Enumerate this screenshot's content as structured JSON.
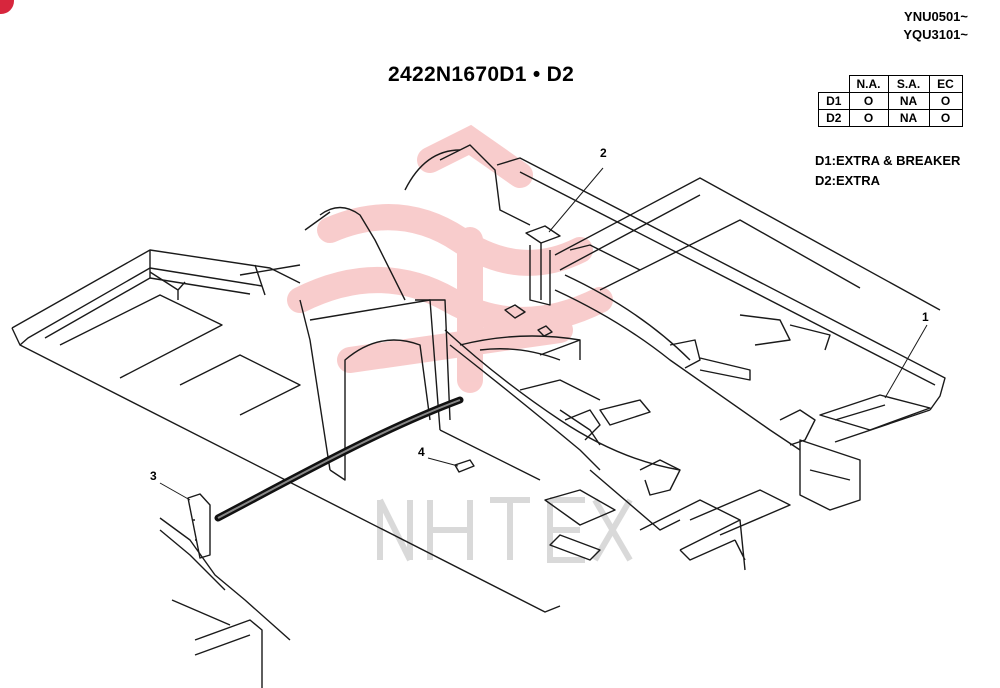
{
  "serials": [
    "YNU0501~",
    "YQU3101~"
  ],
  "title": "2422N1670D1 • D2",
  "spec_table": {
    "headers": [
      "N.A.",
      "S.A.",
      "EC"
    ],
    "rows": [
      {
        "label": "D1",
        "values": [
          "O",
          "NA",
          "O"
        ]
      },
      {
        "label": "D2",
        "values": [
          "O",
          "NA",
          "O"
        ]
      }
    ]
  },
  "legend": [
    "D1:EXTRA & BREAKER",
    "D2:EXTRA"
  ],
  "callouts": [
    "1",
    "2",
    "3",
    "4"
  ],
  "colors": {
    "line": "#1a1a1a",
    "watermark": "#f29a9a",
    "accent": "#d7263d"
  }
}
